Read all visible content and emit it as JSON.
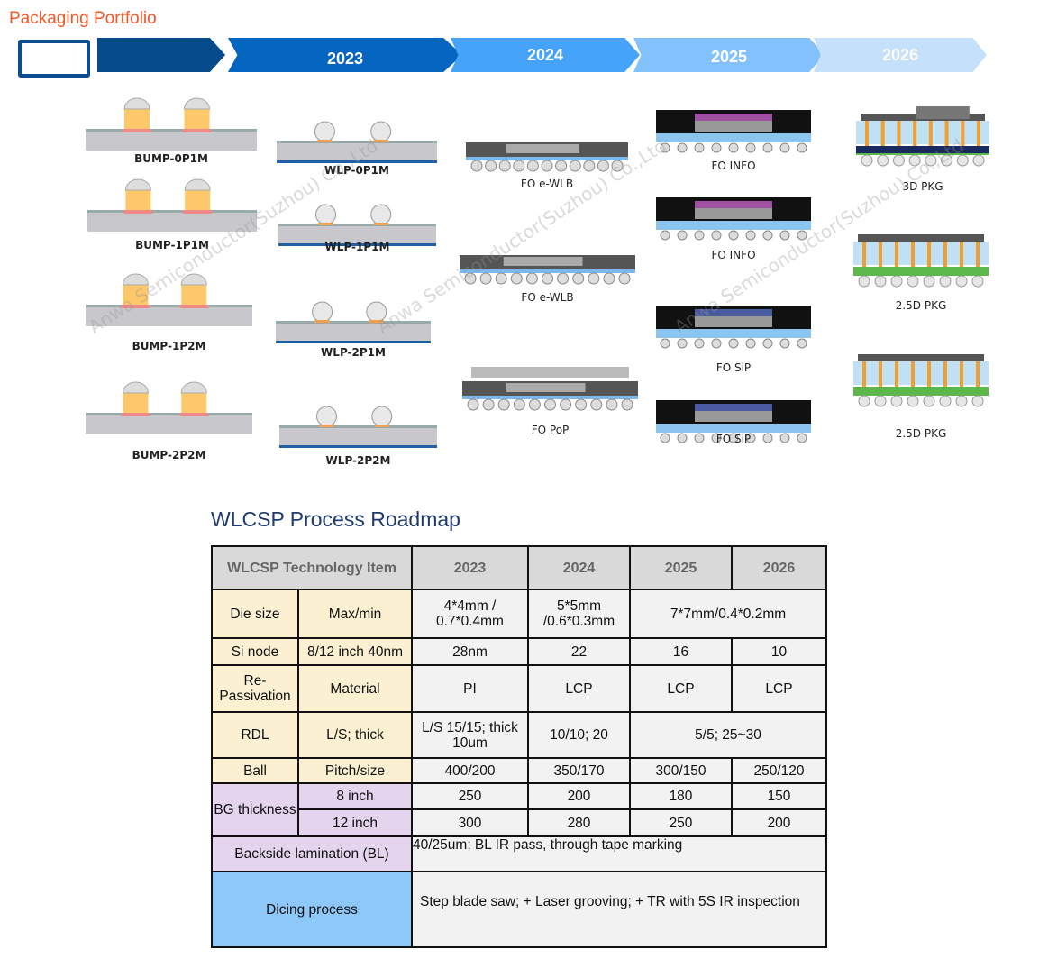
{
  "header": {
    "title": "Packaging Portfolio",
    "years": [
      "2023",
      "2024",
      "2025",
      "2026"
    ]
  },
  "watermark": "Anwa Semiconductor(Suzhou) Co.,Ltd",
  "packages": {
    "bump": [
      "BUMP-0P1M",
      "BUMP-1P1M",
      "BUMP-1P2M",
      "BUMP-2P2M"
    ],
    "wlp": [
      "WLP-0P1M",
      "WLP-1P1M",
      "WLP-2P1M",
      "WLP-2P2M"
    ],
    "fo2024": [
      "FO e-WLB",
      "FO e-WLB",
      "FO PoP"
    ],
    "fo2025": [
      "FO INFO",
      "FO INFO",
      "FO SiP",
      "FO SiP"
    ],
    "pkg2026": [
      "3D PKG",
      "2.5D PKG",
      "2.5D PKG"
    ]
  },
  "roadmap": {
    "title": "WLCSP Process Roadmap",
    "header": [
      "WLCSP Technology Item",
      "2023",
      "2024",
      "2025",
      "2026"
    ],
    "die": [
      "Die size",
      "Max/min",
      "4*4mm / 0.7*0.4mm",
      "5*5mm /0.6*0.3mm",
      "7*7mm/0.4*0.2mm"
    ],
    "si": [
      "Si node",
      "8/12 inch 40nm",
      "28nm",
      "22",
      "16",
      "10"
    ],
    "repass": [
      "Re-Passivation",
      "Material",
      "PI",
      "LCP",
      "LCP",
      "LCP"
    ],
    "rdl": [
      "RDL",
      "L/S; thick",
      "L/S 15/15; thick 10um",
      "10/10; 20",
      "5/5; 25~30"
    ],
    "ball": [
      "Ball",
      "Pitch/size",
      "400/200",
      "350/170",
      "300/150",
      "250/120"
    ],
    "bg": [
      "BG thickness",
      "8 inch",
      "250",
      "200",
      "180",
      "150",
      "12 inch",
      "300",
      "280",
      "250",
      "200"
    ],
    "bl": [
      "Backside lamination (BL)",
      "40/25um; BL IR pass, through tape marking"
    ],
    "dicing": [
      "Dicing process",
      "Step blade saw; + Laser grooving; + TR with 5S IR inspection"
    ]
  }
}
